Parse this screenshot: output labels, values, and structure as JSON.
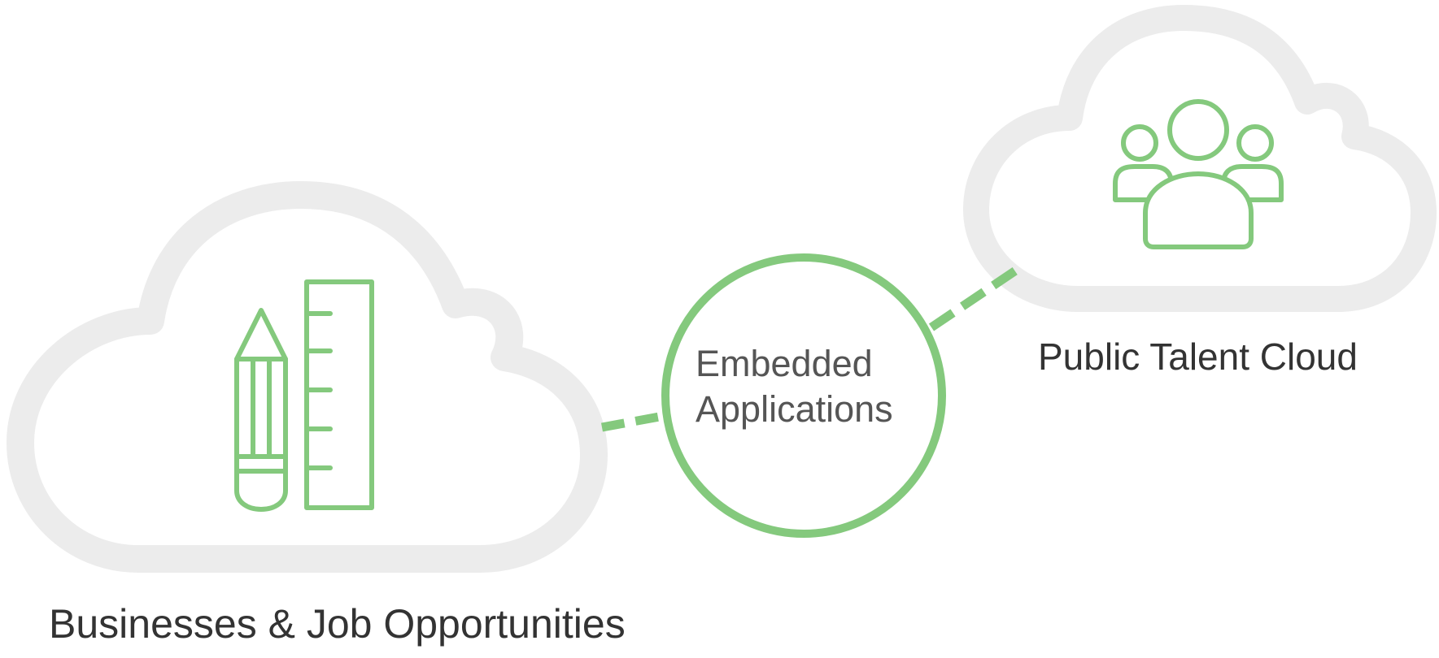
{
  "colors": {
    "accent": "#84c97d",
    "cloud_outline": "#ececec",
    "text": "#333333"
  },
  "nodes": {
    "left_cloud": {
      "label": "Businesses & Job Opportunities",
      "icon": "pencil-ruler-icon"
    },
    "right_cloud": {
      "label": "Public Talent Cloud",
      "icon": "people-group-icon"
    },
    "center": {
      "line1": "Embedded",
      "line2": "Applications"
    }
  },
  "connections": [
    {
      "from": "left_cloud",
      "to": "center",
      "style": "dashed"
    },
    {
      "from": "center",
      "to": "right_cloud",
      "style": "dashed"
    }
  ]
}
